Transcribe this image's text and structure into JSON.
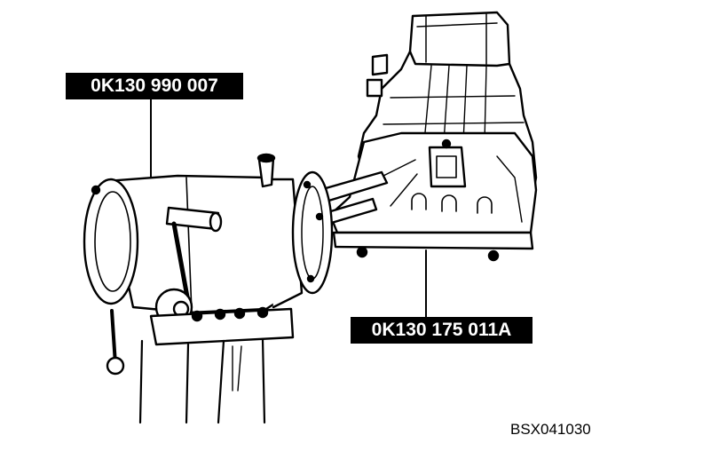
{
  "figure": {
    "parts": [
      {
        "id": "stand",
        "part_number": "0K130 990 007",
        "icon": "engine-stand-icon"
      },
      {
        "id": "support",
        "part_number": "0K130 175 011A",
        "icon": "transmission-support-icon"
      }
    ],
    "reference_code": "BSX041030",
    "colors": {
      "ink": "#000000",
      "paper": "#ffffff"
    }
  }
}
